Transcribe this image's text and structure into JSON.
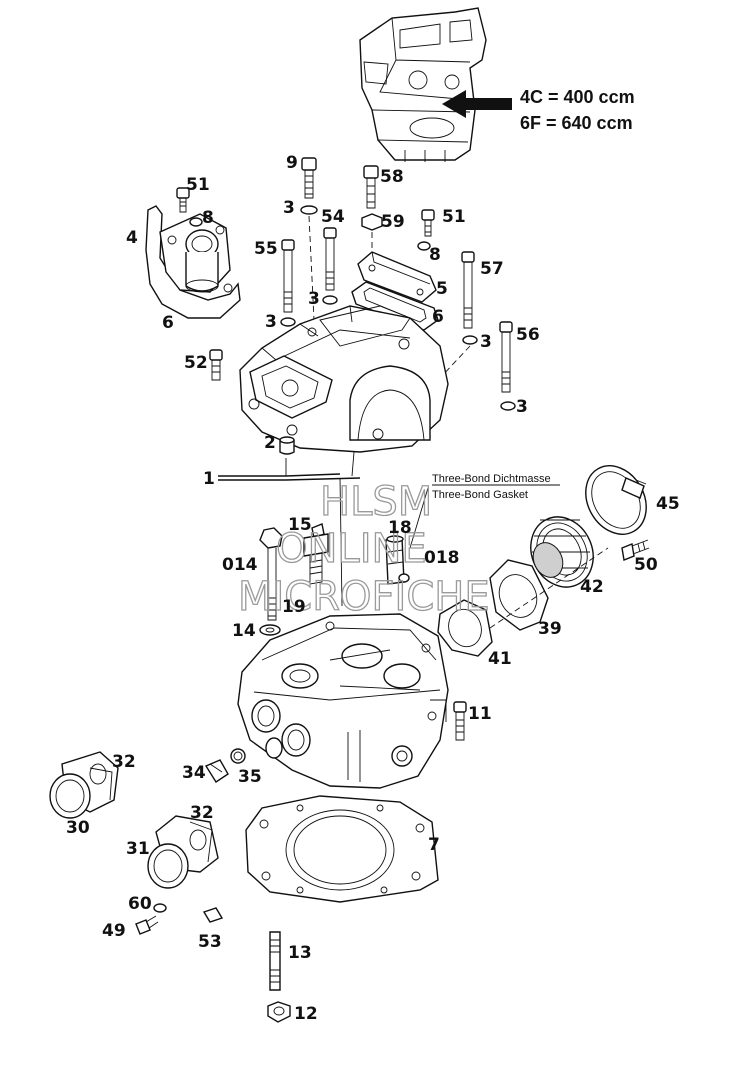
{
  "legend": {
    "line1": "4C = 400 ccm",
    "line2": "6F = 640 ccm"
  },
  "sealant_note": {
    "line1": "Three-Bond Dichtmasse",
    "line2": "Three-Bond Gasket"
  },
  "watermark": {
    "line1": "HLSM",
    "line2": "ONLINE",
    "line3": "MICROFICHE"
  },
  "callouts": {
    "c1": "1",
    "c2": "2",
    "c3a": "3",
    "c3b": "3",
    "c3c": "3",
    "c3d": "3",
    "c3e": "3",
    "c4": "4",
    "c5": "5",
    "c6a": "6",
    "c6b": "6",
    "c7": "7",
    "c8a": "8",
    "c8b": "8",
    "c9": "9",
    "c11": "11",
    "c12": "12",
    "c13": "13",
    "c14": "14",
    "c014": "014",
    "c15": "15",
    "c18": "18",
    "c018": "018",
    "c19": "19",
    "c30": "30",
    "c31": "31",
    "c32a": "32",
    "c32b": "32",
    "c34": "34",
    "c35": "35",
    "c39": "39",
    "c41": "41",
    "c42": "42",
    "c45": "45",
    "c49": "49",
    "c50": "50",
    "c51a": "51",
    "c51b": "51",
    "c52": "52",
    "c53": "53",
    "c54": "54",
    "c55": "55",
    "c56": "56",
    "c57": "57",
    "c58": "58",
    "c59": "59",
    "c60": "60"
  }
}
